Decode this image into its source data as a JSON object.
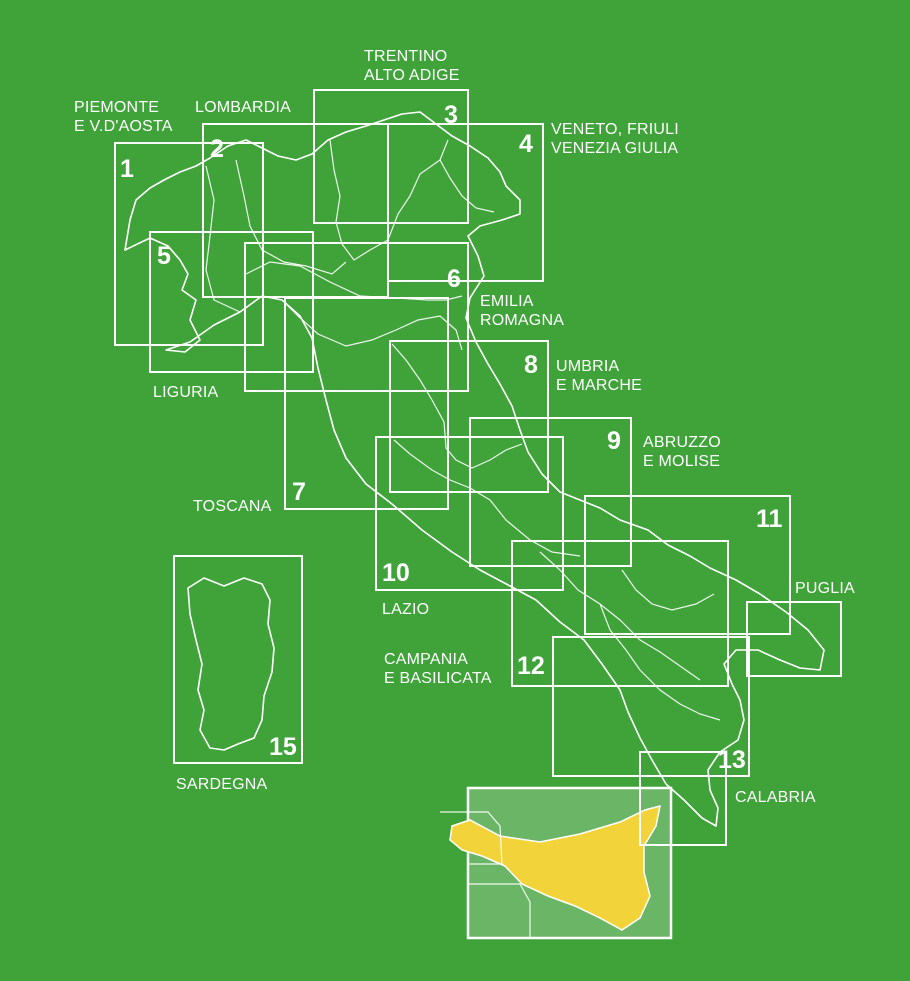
{
  "colors": {
    "background": "#3fa33a",
    "lines": "#ffffff",
    "highlight": "#f2d43a"
  },
  "regions": [
    {
      "num": "1",
      "label": "PIEMONTE\nE V.D'AOSTA"
    },
    {
      "num": "2",
      "label": "LOMBARDIA"
    },
    {
      "num": "3",
      "label": "TRENTINO\nALTO ADIGE"
    },
    {
      "num": "4",
      "label": "VENETO, FRIULI\nVENEZIA GIULIA"
    },
    {
      "num": "5",
      "label": "LIGURIA"
    },
    {
      "num": "6",
      "label": "EMILIA\nROMAGNA"
    },
    {
      "num": "7",
      "label": "TOSCANA"
    },
    {
      "num": "8",
      "label": "UMBRIA\nE MARCHE"
    },
    {
      "num": "9",
      "label": "ABRUZZO\nE MOLISE"
    },
    {
      "num": "10",
      "label": "LAZIO"
    },
    {
      "num": "11",
      "label": "PUGLIA"
    },
    {
      "num": "12",
      "label": "CAMPANIA\nE BASILICATA"
    },
    {
      "num": "13",
      "label": "CALABRIA"
    },
    {
      "num": "15",
      "label": "SARDEGNA"
    }
  ]
}
